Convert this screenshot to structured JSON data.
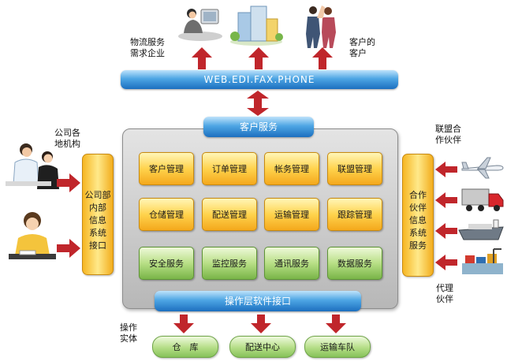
{
  "top": {
    "label_left": [
      "物流服务",
      "需求企业"
    ],
    "label_right": [
      "客户的",
      "客户"
    ],
    "channel_bar": "WEB.EDI.FAX.PHONE"
  },
  "center": {
    "header": "客户服务",
    "modules": [
      {
        "label": "客户管理",
        "kind": "business"
      },
      {
        "label": "订单管理",
        "kind": "business"
      },
      {
        "label": "帐务管理",
        "kind": "business"
      },
      {
        "label": "联盟管理",
        "kind": "business"
      },
      {
        "label": "仓储管理",
        "kind": "business"
      },
      {
        "label": "配送管理",
        "kind": "business"
      },
      {
        "label": "运输管理",
        "kind": "business"
      },
      {
        "label": "跟踪管理",
        "kind": "business"
      },
      {
        "label": "安全服务",
        "kind": "service"
      },
      {
        "label": "监控服务",
        "kind": "service"
      },
      {
        "label": "通讯服务",
        "kind": "service"
      },
      {
        "label": "数据服务",
        "kind": "service"
      }
    ],
    "bottom_bar": "操作层软件接口"
  },
  "left": {
    "label": [
      "公司各",
      "地机构"
    ],
    "system": [
      "公司部",
      "内部",
      "信息",
      "系统",
      "接口"
    ]
  },
  "right": {
    "label_top": [
      "联盟合",
      "作伙伴"
    ],
    "label_bottom": [
      "代理",
      "伙伴"
    ],
    "system": [
      "合作",
      "伙伴",
      "信息",
      "系统",
      "服务"
    ]
  },
  "bottom": {
    "label": [
      "操作",
      "实体"
    ],
    "entities": [
      "仓　库",
      "配送中心",
      "运输车队"
    ]
  },
  "colors": {
    "arrow": "#c0262b",
    "blue_bar": "#2a7cc8",
    "business_module": "#ffd34d",
    "service_module": "#b8df86",
    "side_system": "#f6b623"
  },
  "icons": [
    "call-center-agent-icon",
    "office-buildings-icon",
    "business-handshake-icon",
    "office-meeting-icon",
    "telephone-operator-icon",
    "airplane-icon",
    "truck-icon",
    "cargo-ship-icon",
    "container-port-icon"
  ]
}
